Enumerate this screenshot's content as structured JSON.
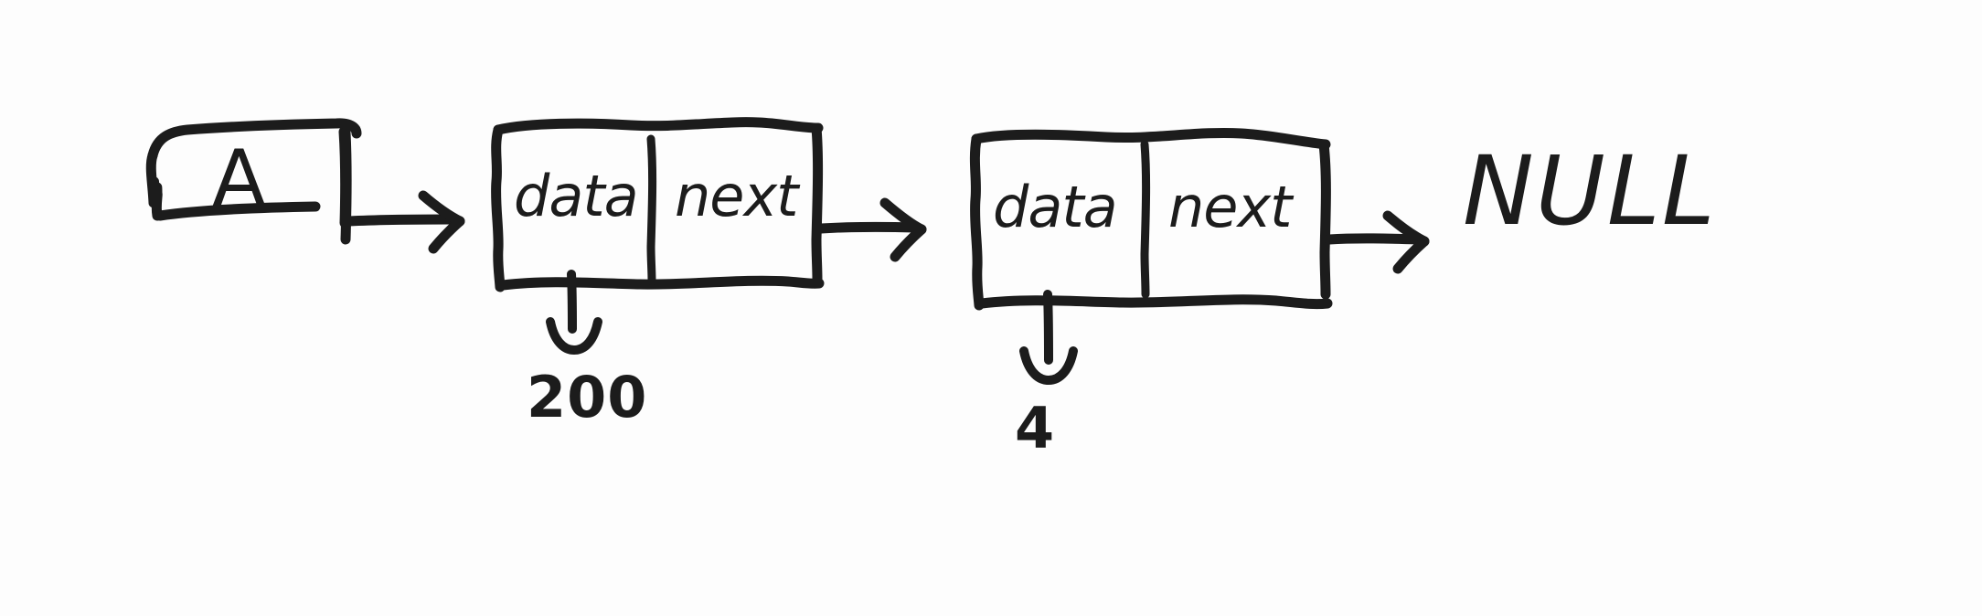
{
  "diagram": {
    "title": "Linked list node diagram",
    "ink_color": "#1c1c1c",
    "background": "#fdfdfd",
    "style": "hand-drawn sketch"
  },
  "head": {
    "label": "A",
    "box_name": "head-pointer-box"
  },
  "nodes": [
    {
      "id": "node-1",
      "data_label": "data",
      "next_label": "next",
      "value": "200",
      "value_connector": "down-curved-arrow"
    },
    {
      "id": "node-2",
      "data_label": "data",
      "next_label": "next",
      "value": "4",
      "value_connector": "down-curved-arrow"
    }
  ],
  "terminator": {
    "label": "NULL"
  },
  "arrows": [
    {
      "name": "arrow-head-to-node-1",
      "direction": "right"
    },
    {
      "name": "arrow-node-1-to-node-2",
      "direction": "right"
    },
    {
      "name": "arrow-node-2-to-null",
      "direction": "right"
    }
  ]
}
